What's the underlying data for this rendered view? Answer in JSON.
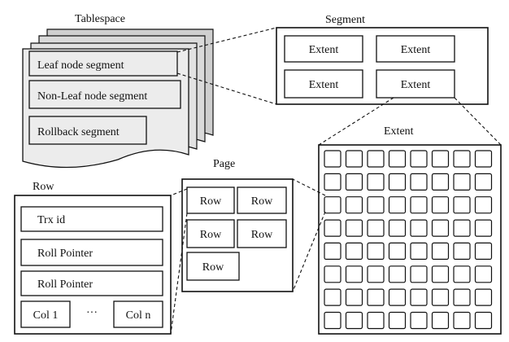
{
  "tablespace": {
    "title": "Tablespace",
    "segments": [
      "Leaf node segment",
      "Non-Leaf node segment",
      "Rollback segment"
    ]
  },
  "segment": {
    "title": "Segment",
    "extents": [
      "Extent",
      "Extent",
      "Extent",
      "Extent"
    ]
  },
  "extent": {
    "title": "Extent",
    "grid_rows": 8,
    "grid_cols": 8
  },
  "page": {
    "title": "Page",
    "rows": [
      "Row",
      "Row",
      "Row",
      "Row",
      "Row"
    ]
  },
  "row": {
    "title": "Row",
    "fields": [
      "Trx id",
      "Roll Pointer",
      "Roll Pointer"
    ],
    "col_first": "Col 1",
    "col_ellipsis": "···",
    "col_last": "Col n"
  },
  "colors": {
    "stroke": "#111111",
    "fill_shaded": "#e6e6e6",
    "fill_dark": "#cfcfcf"
  }
}
